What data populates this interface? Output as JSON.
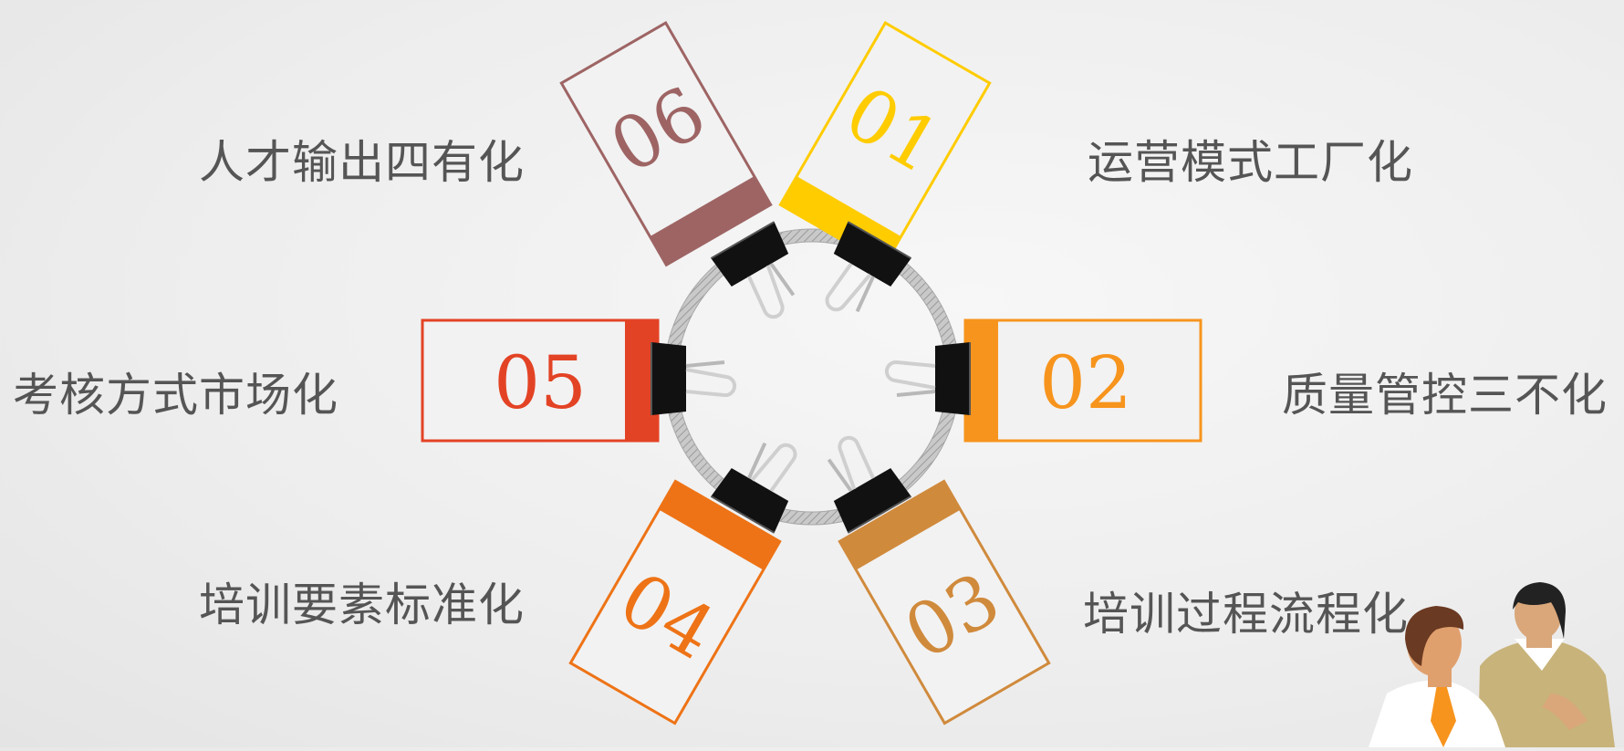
{
  "items": [
    {
      "number": "01",
      "text": "运营模式工厂化",
      "color": "#FFCC00"
    },
    {
      "number": "02",
      "text": "质量管控三不化",
      "color": "#F7941D"
    },
    {
      "number": "03",
      "text": "培训过程流程化",
      "color": "#D08A3C"
    },
    {
      "number": "04",
      "text": "培训要素标准化",
      "color": "#EE7316"
    },
    {
      "number": "05",
      "text": "考核方式市场化",
      "color": "#E34325"
    },
    {
      "number": "06",
      "text": "人才输出四有化",
      "color": "#9E6464"
    }
  ],
  "ring_color": "#BFBFBF",
  "clip_color": "#111111"
}
